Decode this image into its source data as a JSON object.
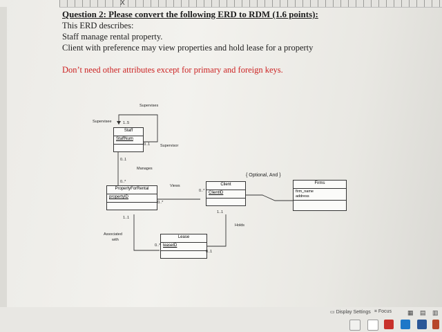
{
  "ruler": {
    "marker": "X"
  },
  "document": {
    "question_title": "Question 2: Please convert the following ERD to RDM (1.6 points):",
    "line1": "This ERD describes:",
    "line2": "Staff manage rental property.",
    "line3": "Client with preference may view properties and hold lease for a property",
    "note": "Don’t need other attributes except for primary and foreign keys."
  },
  "erd": {
    "staff": {
      "name": "Staff",
      "key": "StaffNum"
    },
    "property": {
      "name": "PropertyForRental",
      "key": "propertyID"
    },
    "client": {
      "name": "Client",
      "key": "ClientID"
    },
    "firms": {
      "name": "Firms",
      "attrs": [
        "firm_name",
        "address"
      ]
    },
    "lease": {
      "name": "Lease",
      "key": "leaseID"
    },
    "labels": {
      "supervises": "Supervises",
      "supervisee": "Supervisee",
      "supervisor": "Supervisor",
      "mult_1_5": "1..5",
      "mult_0_1_a": "0..1",
      "mult_0_1_b": "0..1",
      "manages": "Manages",
      "mult_0_star_a": "0..*",
      "views": "Views",
      "mult_0_star_b": "0..*",
      "mult_0_star_c": "0..*",
      "constraint": "{ Optional, And }",
      "mult_1_1_a": "1..1",
      "mult_1_1_b": "1..1",
      "holds": "Holds",
      "associated": "Associated",
      "with": "with",
      "mult_0_star_d": "0..*",
      "mult_0_1_c": "0..1"
    }
  },
  "statusbar": {
    "display_settings": "Display Settings",
    "focus": "Focus"
  },
  "colors": {
    "note": "#cc2222",
    "text": "#1d1d1d"
  }
}
